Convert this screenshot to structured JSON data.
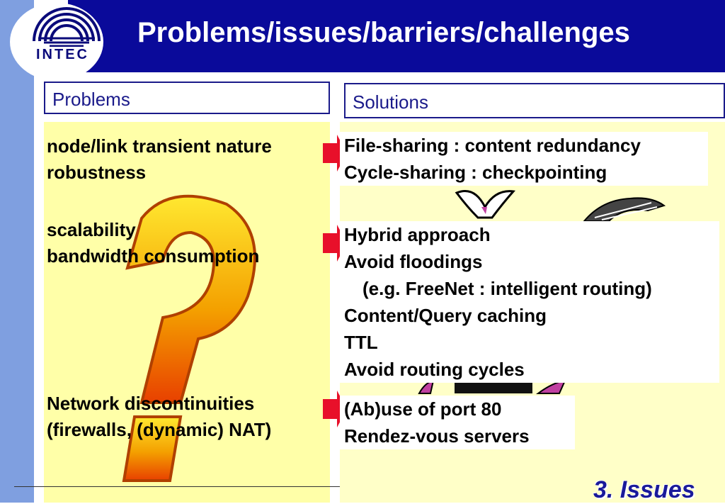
{
  "slide": {
    "title": "Problems/issues/barriers/challenges",
    "logo_text": "INTEC",
    "footer_label": "3. Issues"
  },
  "headers": {
    "problems": "Problems",
    "solutions": "Solutions"
  },
  "problems": [
    {
      "lines": [
        "node/link transient nature",
        "robustness"
      ]
    },
    {
      "lines": [
        "scalability",
        "bandwidth consumption"
      ]
    },
    {
      "lines": [
        "Network discontinuities",
        "(firewalls, (dynamic) NAT)"
      ]
    }
  ],
  "solutions": [
    {
      "lines": [
        "File-sharing : content redundancy",
        "Cycle-sharing : checkpointing"
      ]
    },
    {
      "lines": [
        "Hybrid approach",
        "Avoid floodings",
        "   (e.g. FreeNet : intelligent routing)",
        "Content/Query caching",
        "TTL",
        "Avoid routing cycles"
      ]
    },
    {
      "lines": [
        "(Ab)use of port 80",
        "Rendez-vous servers"
      ]
    }
  ],
  "colors": {
    "title_bar": "#0a0a9a",
    "left_panel": "#ffffa8",
    "right_panel": "#ffffc8",
    "arrow": "#e8102a",
    "question_mark": "#f0b000"
  },
  "icons": [
    "question-mark-graphic",
    "bunny-clipart",
    "hand-clipart",
    "arrow-right-icon"
  ]
}
